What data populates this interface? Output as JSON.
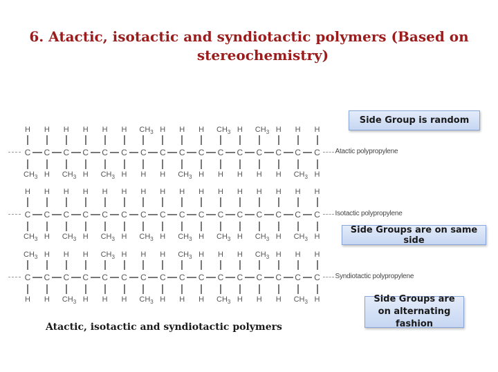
{
  "title": {
    "line1": "6. Atactic, isotactic and syndiotactic polymers (Based on",
    "line2": "stereochemistry)"
  },
  "caption": "Atactic, isotactic and syndiotactic polymers",
  "chains": [
    {
      "name": "atactic",
      "label": "Atactic polypropylene",
      "top": [
        "H",
        "H",
        "H",
        "H",
        "H",
        "H",
        "CH3",
        "H",
        "H",
        "H",
        "CH3",
        "H",
        "CH3",
        "H",
        "H",
        "H"
      ],
      "bottom": [
        "CH3",
        "H",
        "CH3",
        "H",
        "CH3",
        "H",
        "H",
        "H",
        "CH3",
        "H",
        "H",
        "H",
        "H",
        "H",
        "CH3",
        "H"
      ]
    },
    {
      "name": "isotactic",
      "label": "Isotactic polypropylene",
      "top": [
        "H",
        "H",
        "H",
        "H",
        "H",
        "H",
        "H",
        "H",
        "H",
        "H",
        "H",
        "H",
        "H",
        "H",
        "H",
        "H"
      ],
      "bottom": [
        "CH3",
        "H",
        "CH3",
        "H",
        "CH3",
        "H",
        "CH3",
        "H",
        "CH3",
        "H",
        "CH3",
        "H",
        "CH3",
        "H",
        "CH3",
        "H"
      ]
    },
    {
      "name": "syndiotactic",
      "label": "Syndiotactic polypropylene",
      "top": [
        "CH3",
        "H",
        "H",
        "H",
        "CH3",
        "H",
        "H",
        "H",
        "CH3",
        "H",
        "H",
        "H",
        "CH3",
        "H",
        "H",
        "H"
      ],
      "bottom": [
        "H",
        "H",
        "CH3",
        "H",
        "H",
        "H",
        "CH3",
        "H",
        "H",
        "H",
        "CH3",
        "H",
        "H",
        "H",
        "CH3",
        "H"
      ]
    }
  ],
  "carbon_symbol": "C",
  "notes": [
    {
      "text": "Side Group is random"
    },
    {
      "text": "Side Groups are on same side"
    },
    {
      "text": "Side Groups are on alternating fashion"
    }
  ],
  "colors": {
    "title": "#9b1c1c",
    "note_bg": "#c6d6f2",
    "note_border": "#8aa6d6"
  }
}
